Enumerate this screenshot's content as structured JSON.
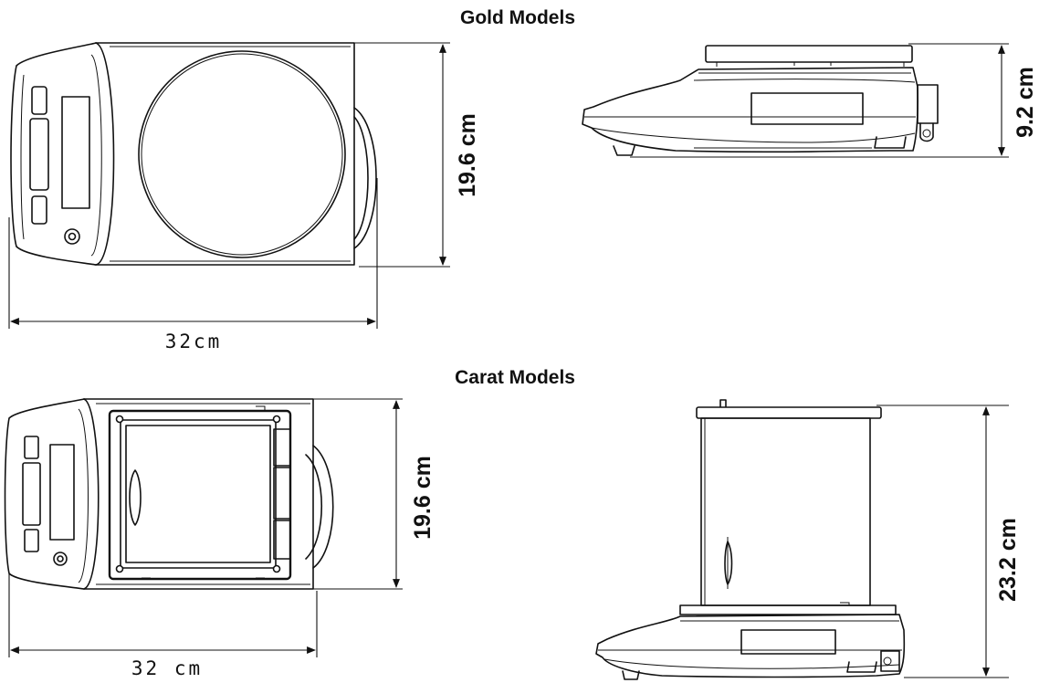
{
  "sections": {
    "gold": {
      "title": "Gold Models",
      "depth_label": "19.6 cm",
      "width_label": "32cm",
      "height_label": "9.2 cm"
    },
    "carat": {
      "title": "Carat Models",
      "depth_label": "19.6 cm",
      "width_label": "32  cm",
      "height_label": "23.2 cm"
    }
  },
  "colors": {
    "line": "#111111",
    "background": "#ffffff"
  }
}
